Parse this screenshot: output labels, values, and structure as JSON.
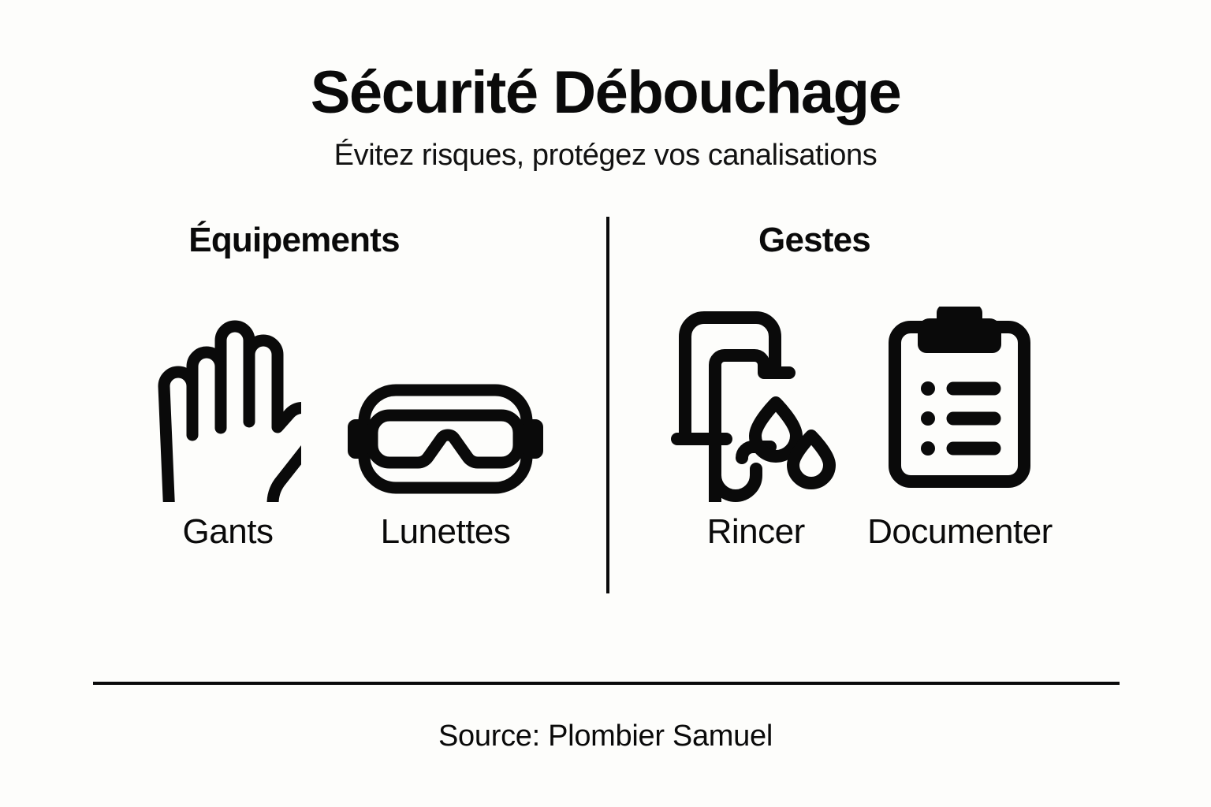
{
  "background_color": "#fdfdfb",
  "ink_color": "#0a0a0a",
  "header": {
    "title": "Sécurité Débouchage",
    "subtitle": "Évitez risques, protégez vos canalisations"
  },
  "columns": [
    {
      "heading": "Équipements",
      "items": [
        {
          "icon": "glove-icon",
          "label": "Gants"
        },
        {
          "icon": "safety-goggles-icon",
          "label": "Lunettes"
        }
      ]
    },
    {
      "heading": "Gestes",
      "items": [
        {
          "icon": "faucet-water-drops-icon",
          "label": "Rincer"
        },
        {
          "icon": "clipboard-checklist-icon",
          "label": "Documenter"
        }
      ]
    }
  ],
  "footer": {
    "source": "Source: Plombier Samuel"
  }
}
